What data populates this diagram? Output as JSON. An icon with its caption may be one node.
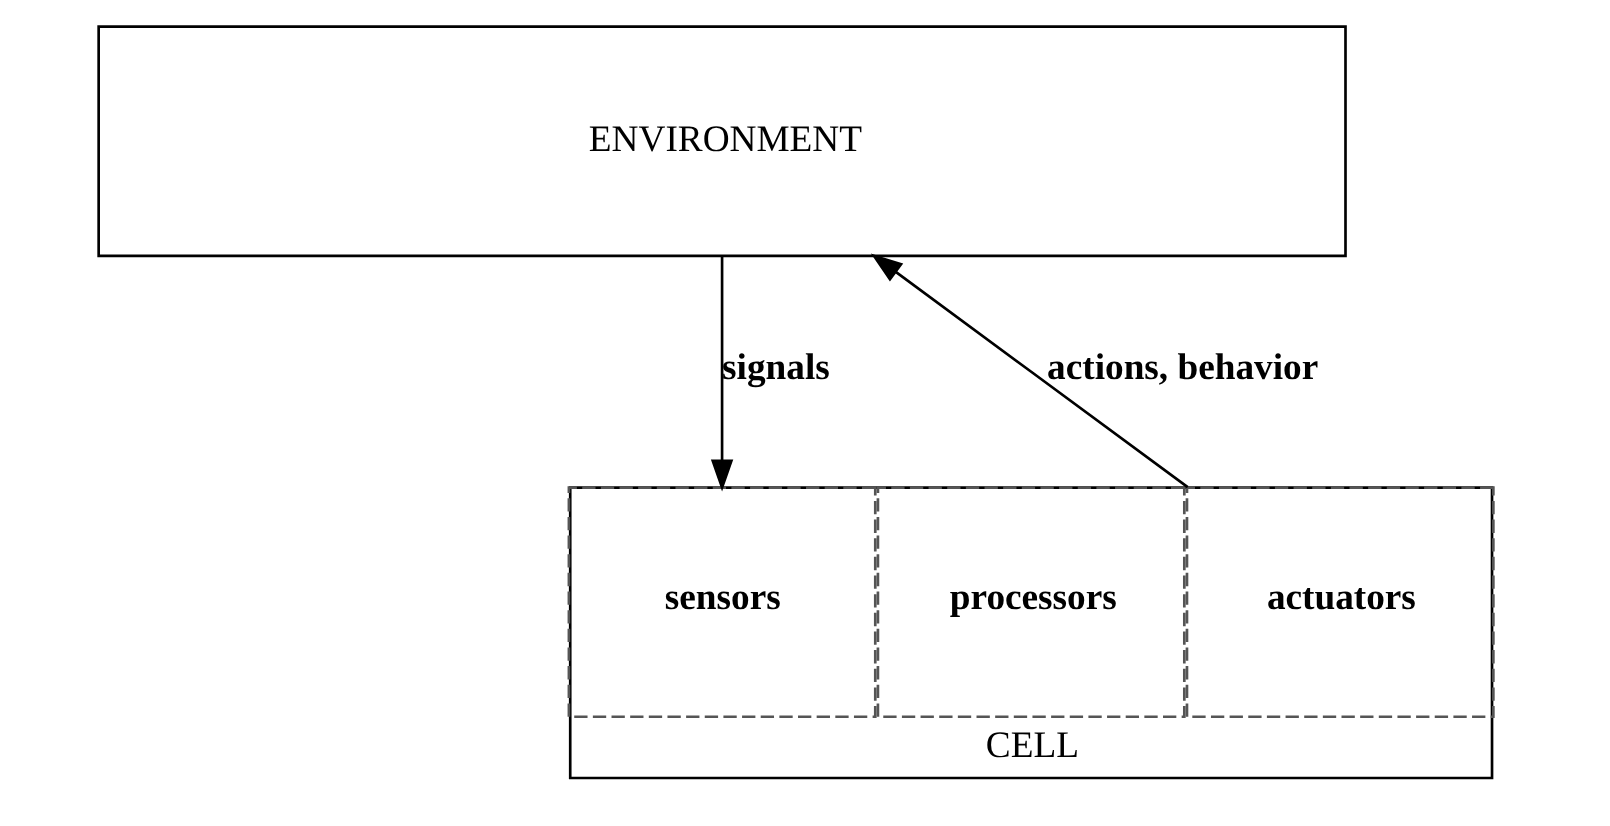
{
  "diagram": {
    "nodes": [
      {
        "text": [
          "ENVIRONMENT"
        ]
      },
      {
        "text": [
          "CELL"
        ]
      },
      {
        "text": [
          "sensors"
        ],
        "in": 1
      },
      {
        "text": [
          "processors"
        ],
        "in": 1
      },
      {
        "text": [
          "actuators"
        ],
        "in": 1
      }
    ],
    "edges": [
      {
        "from": 0,
        "to": 2,
        "arrow": "to",
        "label": "signals"
      },
      {
        "from": 4,
        "to": 0,
        "arrow": "to",
        "label": "actions, behavior"
      }
    ]
  }
}
